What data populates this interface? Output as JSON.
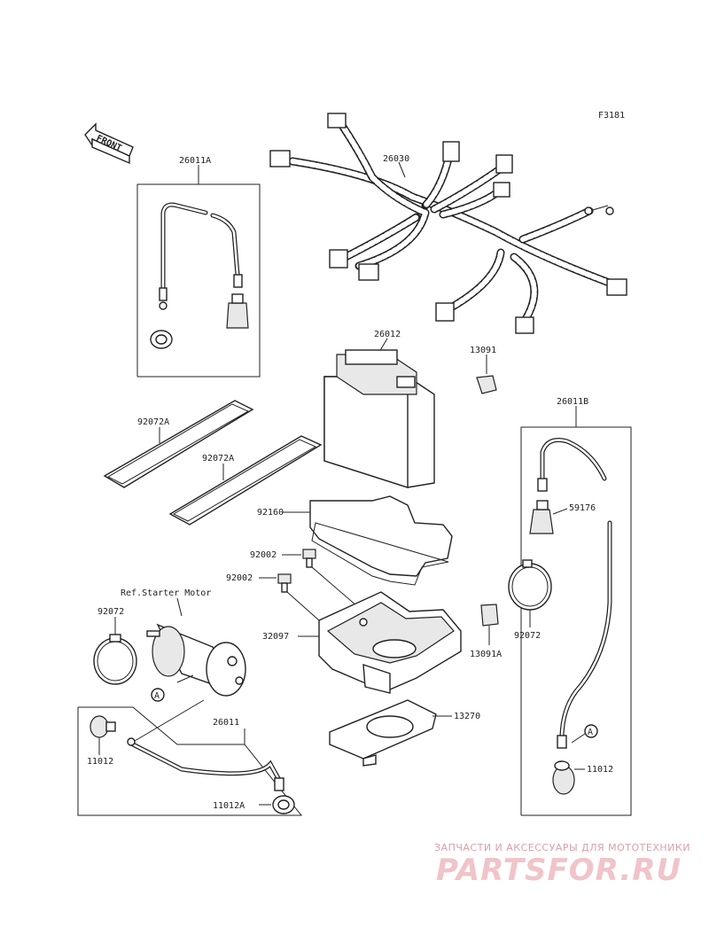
{
  "figure_code": "F3181",
  "front_label": "FRONT",
  "ref_note": "Ref.Starter Motor",
  "labels": {
    "p26011A": "26011A",
    "p26030": "26030",
    "p26012": "26012",
    "p13091": "13091",
    "p92072A_1": "92072A",
    "p92072A_2": "92072A",
    "p26011B": "26011B",
    "p92160": "92160",
    "p59176": "59176",
    "p92002_1": "92002",
    "p92002_2": "92002",
    "p92072_l": "92072",
    "p32097": "32097",
    "p13091A": "13091A",
    "p92072_r": "92072",
    "p26011": "26011",
    "p13270": "13270",
    "p11012_l": "11012",
    "p11012A": "11012A",
    "p11012_r": "11012",
    "callout_a1": "A",
    "callout_a2": "A"
  },
  "watermark": {
    "line1": "ЗАПЧАСТИ И АКСЕССУАРЫ ДЛЯ МОТОТЕХНИКИ",
    "line2": "PARTSFOR.RU"
  }
}
